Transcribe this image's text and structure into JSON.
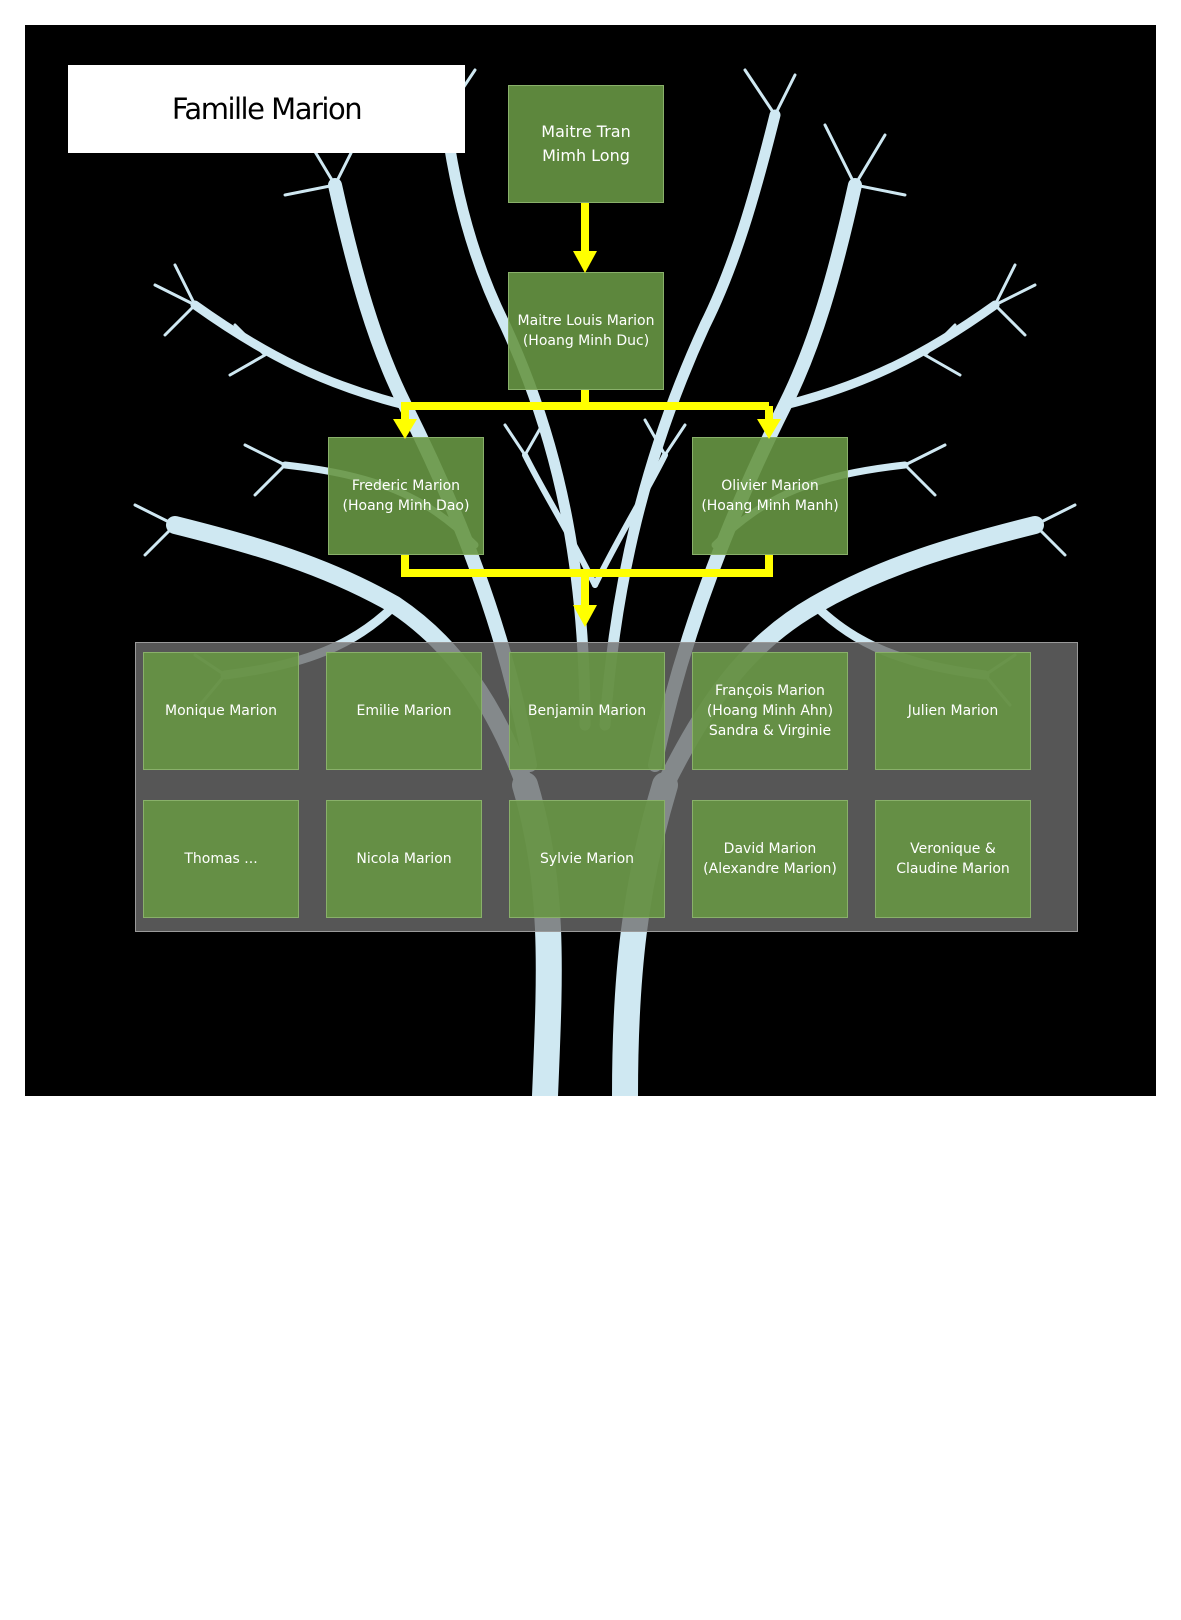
{
  "title": "Famille Marion",
  "colors": {
    "background": "#000000",
    "node_fill": "#679644",
    "arrow": "#ffff00",
    "panel": "#6e6e6e",
    "branches": "#cfe8f2"
  },
  "nodes": {
    "root": "Maitre Tran\nMimh Long",
    "gen2": "Maitre Louis Marion\n(Hoang Minh Duc)",
    "gen3_left": "Frederic Marion\n(Hoang Minh Dao)",
    "gen3_right": "Olivier Marion\n(Hoang Minh Manh)"
  },
  "children": [
    "Monique Marion",
    "Emilie Marion",
    "Benjamin Marion",
    "François Marion\n(Hoang Minh Ahn)\nSandra & Virginie",
    "Julien Marion",
    "Thomas ...",
    "Nicola Marion",
    "Sylvie Marion",
    "David Marion\n(Alexandre Marion)",
    "Veronique &\nClaudine Marion"
  ]
}
